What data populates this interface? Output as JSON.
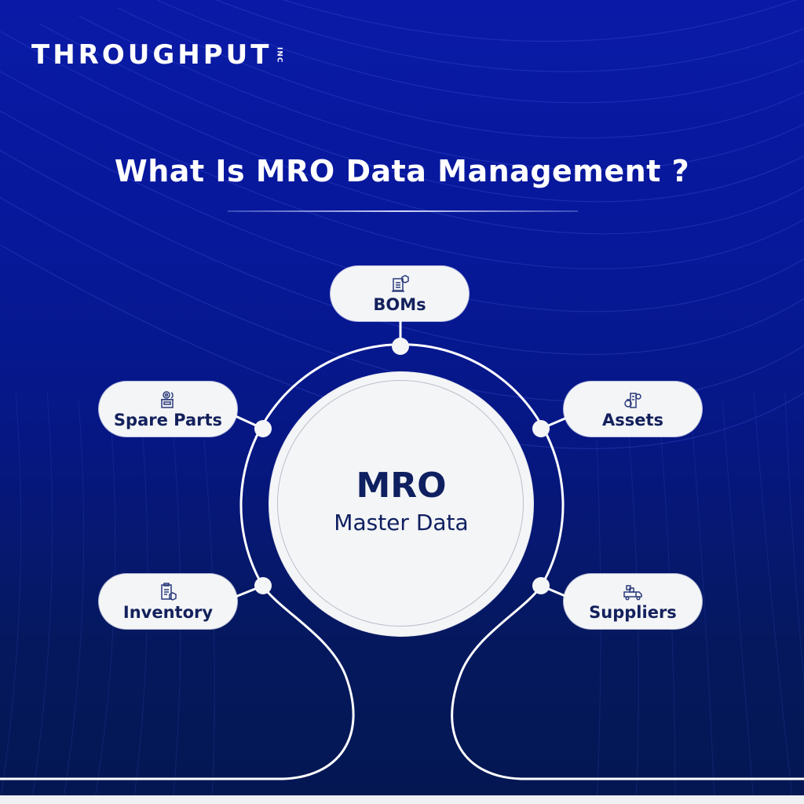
{
  "brand": {
    "logo_text": "THROUGHPUT",
    "logo_suffix": "INC"
  },
  "header": {
    "title": "What Is MRO Data Management ?"
  },
  "hub": {
    "title": "MRO",
    "subtitle": "Master Data"
  },
  "nodes": [
    {
      "label": "BOMs",
      "icon": "document-box-icon"
    },
    {
      "label": "Spare Parts",
      "icon": "gear-parts-icon"
    },
    {
      "label": "Assets",
      "icon": "buildings-money-icon"
    },
    {
      "label": "Inventory",
      "icon": "clipboard-box-icon"
    },
    {
      "label": "Suppliers",
      "icon": "delivery-truck-icon"
    }
  ],
  "colors": {
    "background_top": "#0a1aa6",
    "background_bottom": "#041752",
    "text_dark": "#13215c",
    "pill_fill": "#f4f5f7",
    "line": "#ffffff"
  }
}
